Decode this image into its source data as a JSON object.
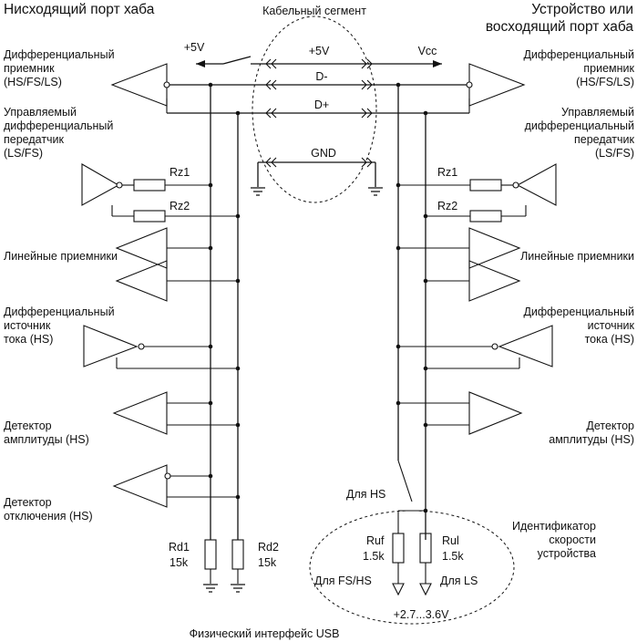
{
  "headings": {
    "left": "Нисходящий порт хаба",
    "right_line1": "Устройство или",
    "right_line2": "восходящий порт хаба",
    "cable": "Кабельный сегмент",
    "bottom": "Физический интерфейс USB"
  },
  "left_labels": {
    "diff_rx": [
      "Дифференциальный",
      "приемник",
      "(HS/FS/LS)"
    ],
    "diff_tx": [
      "Управляемый",
      "дифференциальный",
      "передатчик",
      "(LS/FS)"
    ],
    "line_rx": [
      "Линейные приемники"
    ],
    "cur_src": [
      "Дифференциальный",
      "источник",
      "тока (HS)"
    ],
    "amp_det": [
      "Детектор",
      "амплитуды (HS)"
    ],
    "disc_det": [
      "Детектор",
      "отключения (HS)"
    ]
  },
  "right_labels": {
    "diff_rx": [
      "Дифференциальный",
      "приемник",
      "(HS/FS/LS)"
    ],
    "diff_tx": [
      "Управляемый",
      "дифференциальный",
      "передатчик",
      "(LS/FS)"
    ],
    "line_rx": [
      "Линейные приемники"
    ],
    "cur_src": [
      "Дифференциальный",
      "источник",
      "тока (HS)"
    ],
    "amp_det": [
      "Детектор",
      "амплитуды (HS)"
    ],
    "speed_id": [
      "Идентификатор",
      "скорости",
      "устройства"
    ]
  },
  "lines": {
    "vbus_left": "+5V",
    "vbus_cable": "+5V",
    "vbus_right": "Vcc",
    "dminus": "D-",
    "dplus": "D+",
    "gnd": "GND"
  },
  "resistors": {
    "rz1_left": "Rz1",
    "rz2_left": "Rz2",
    "rz1_right": "Rz1",
    "rz2_right": "Rz2",
    "rd1": "Rd1",
    "rd1_value": "15k",
    "rd2": "Rd2",
    "rd2_value": "15k",
    "ruf": "Ruf",
    "ruf_value": "1.5k",
    "rul": "Rul",
    "rul_value": "1.5k"
  },
  "switch_labels": {
    "hs": "Для HS",
    "fs_hs": "Для FS/HS",
    "ls": "Для LS"
  },
  "voltage_range": "+2.7...3.6V",
  "colors": {
    "ink": "#111111",
    "background": "#ffffff"
  }
}
